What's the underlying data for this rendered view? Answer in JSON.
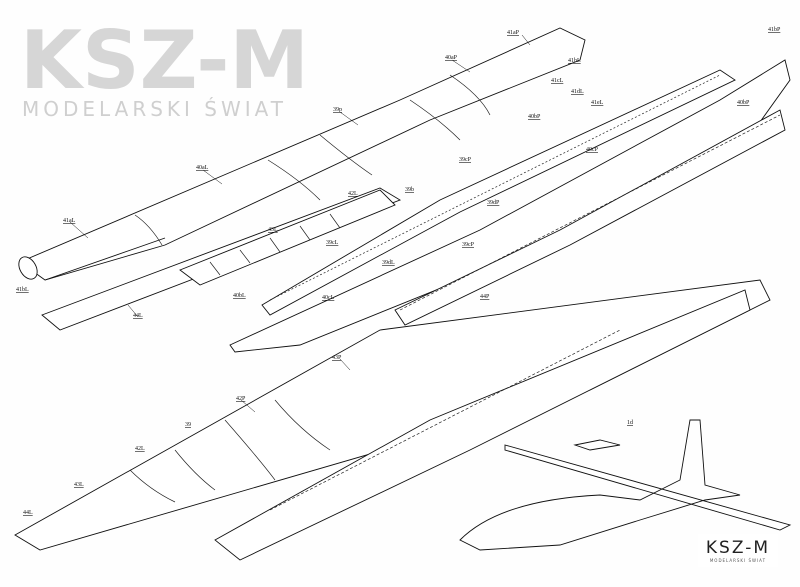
{
  "watermark": {
    "main": "KSZ-M",
    "sub": "MODELARSKI ŚWIAT"
  },
  "logo": {
    "main": "KSZ-M",
    "sub": "MODELARSKI ŚWIAT"
  },
  "parts": {
    "p41aP": "41aP",
    "p41bP": "41bP",
    "p40aP": "40aP",
    "p41bL_top": "41bL",
    "p41cL": "41cL",
    "p41dL": "41dL",
    "p41eL": "41eL",
    "p39p": "39p",
    "p40bP": "40bP",
    "p40bP_right": "40bP",
    "p40cP": "40cP",
    "p40aL": "40aL",
    "p39cP": "39cP",
    "p42L_top": "42L",
    "p39b": "39b",
    "p39dP": "39dP",
    "p41aL": "41aL",
    "p43L_top": "43L",
    "p39cL": "39cL",
    "p39dL": "39dL",
    "p39cP_2": "39cP",
    "p41bL": "41bL",
    "p40bL": "40bL",
    "p40cL": "40cL",
    "p44L_top": "44L",
    "p44P": "44P",
    "p43P": "43P",
    "p42P": "42P",
    "p39": "39",
    "p42L": "42L",
    "p43L": "43L",
    "p44L": "44L",
    "p1d": "1d"
  }
}
